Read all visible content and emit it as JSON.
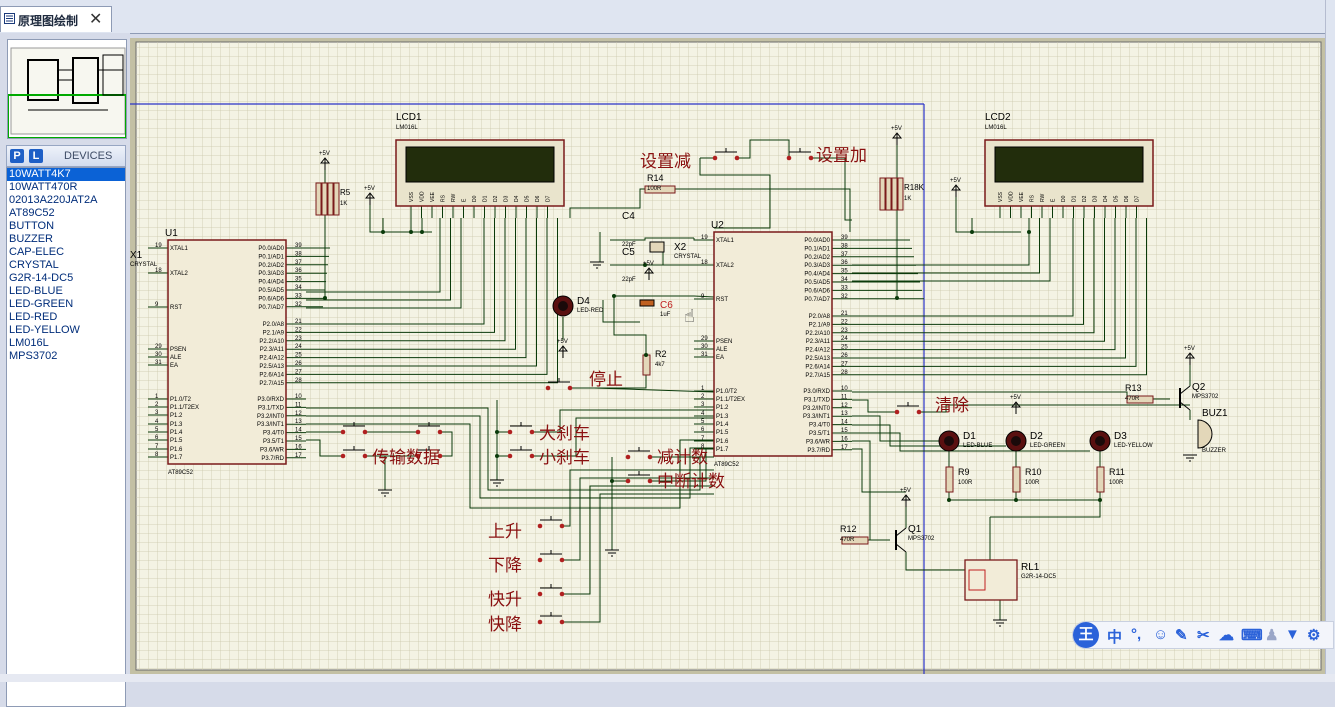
{
  "tab": {
    "title": "原理图绘制",
    "close": "✕"
  },
  "panel": {
    "p_btn": "P",
    "l_btn": "L",
    "devices_label": "DEVICES"
  },
  "devices": [
    "10WATT4K7",
    "10WATT470R",
    "02013A220JAT2A",
    "AT89C52",
    "BUTTON",
    "BUZZER",
    "CAP-ELEC",
    "CRYSTAL",
    "G2R-14-DC5",
    "LED-BLUE",
    "LED-GREEN",
    "LED-RED",
    "LED-YELLOW",
    "LM016L",
    "MPS3702"
  ],
  "selected_device": "10WATT4K7",
  "schematic": {
    "u1": {
      "ref": "U1",
      "part": "AT89C52",
      "left_pins": [
        [
          "19",
          "XTAL1"
        ],
        [
          "18",
          "XTAL2"
        ],
        [
          "9",
          "RST"
        ],
        [
          "29",
          "PSEN"
        ],
        [
          "30",
          "ALE"
        ],
        [
          "31",
          "EA"
        ],
        [
          "1",
          "P1.0/T2"
        ],
        [
          "2",
          "P1.1/T2EX"
        ],
        [
          "3",
          "P1.2"
        ],
        [
          "4",
          "P1.3"
        ],
        [
          "5",
          "P1.4"
        ],
        [
          "6",
          "P1.5"
        ],
        [
          "7",
          "P1.6"
        ],
        [
          "8",
          "P1.7"
        ]
      ],
      "right_pins": [
        [
          "39",
          "P0.0/AD0"
        ],
        [
          "38",
          "P0.1/AD1"
        ],
        [
          "37",
          "P0.2/AD2"
        ],
        [
          "36",
          "P0.3/AD3"
        ],
        [
          "35",
          "P0.4/AD4"
        ],
        [
          "34",
          "P0.5/AD5"
        ],
        [
          "33",
          "P0.6/AD6"
        ],
        [
          "32",
          "P0.7/AD7"
        ],
        [
          "21",
          "P2.0/A8"
        ],
        [
          "22",
          "P2.1/A9"
        ],
        [
          "23",
          "P2.2/A10"
        ],
        [
          "24",
          "P2.3/A11"
        ],
        [
          "25",
          "P2.4/A12"
        ],
        [
          "26",
          "P2.5/A13"
        ],
        [
          "27",
          "P2.6/A14"
        ],
        [
          "28",
          "P2.7/A15"
        ],
        [
          "10",
          "P3.0/RXD"
        ],
        [
          "11",
          "P3.1/TXD"
        ],
        [
          "12",
          "P3.2/INT0"
        ],
        [
          "13",
          "P3.3/INT1"
        ],
        [
          "14",
          "P3.4/T0"
        ],
        [
          "15",
          "P3.5/T1"
        ],
        [
          "16",
          "P3.6/WR"
        ],
        [
          "17",
          "P3.7/RD"
        ]
      ]
    },
    "u2": {
      "ref": "U2",
      "part": "AT89C52"
    },
    "lcd1": {
      "ref": "LCD1",
      "part": "LM016L",
      "pins": [
        "VSS",
        "VDD",
        "VEE",
        "RS",
        "RW",
        "E",
        "D0",
        "D1",
        "D2",
        "D3",
        "D4",
        "D5",
        "D6",
        "D7"
      ]
    },
    "lcd2": {
      "ref": "LCD2",
      "part": "LM016L"
    },
    "components": {
      "x1": "X1",
      "x1_part": "CRYSTAL",
      "x2": "X2",
      "x2_part": "CRYSTAL",
      "c4": "C4",
      "c4_val": "22pF",
      "c5": "C5",
      "c5_val": "22pF",
      "c6": "C6",
      "c6_val": "1uF",
      "d4": "D4",
      "d4_part": "LED-RED",
      "r14": "R14",
      "r14_val": "100R",
      "r2": "R2",
      "r2_val": "4k7",
      "rp_left": "R5",
      "rp_left_val": "1K",
      "rp_right": "R18K",
      "rp_right_val": "1K",
      "r13": "R13",
      "r13_val": "470R",
      "r12": "R12",
      "r12_val": "470R",
      "q1": "Q1",
      "q1_part": "MPS3702",
      "q2": "Q2",
      "q2_part": "MPS3702",
      "buz": "BUZ1",
      "buz_part": "BUZZER",
      "d1": "D1",
      "d1_part": "LED-BLUE",
      "d2": "D2",
      "d2_part": "LED-GREEN",
      "d3": "D3",
      "d3_part": "LED-YELLOW",
      "r9": "R9",
      "r9_val": "100R",
      "r10": "R10",
      "r10_val": "100R",
      "r11": "R11",
      "r11_val": "100R",
      "rl1": "RL1",
      "rl1_part": "G2R-14-DC5",
      "vcc": "+5V"
    },
    "button_labels": {
      "set_dec": "设置减",
      "set_inc": "设置加",
      "stop": "停止",
      "clear": "清除",
      "transfer": "传输数据",
      "big_brake": "大刹车",
      "small_brake": "小刹车",
      "count_dec": "减计数",
      "int_count": "中断计数",
      "up": "上升",
      "down": "下降",
      "fast_up": "快升",
      "fast_down": "快降"
    }
  },
  "ime": {
    "logo": "王",
    "mode": "中",
    "icons": [
      "punctuation-icon",
      "emoji-icon",
      "pen-icon",
      "scissors-icon",
      "cloud-icon",
      "keyboard-icon",
      "user-icon",
      "shirt-icon",
      "settings-icon"
    ]
  }
}
